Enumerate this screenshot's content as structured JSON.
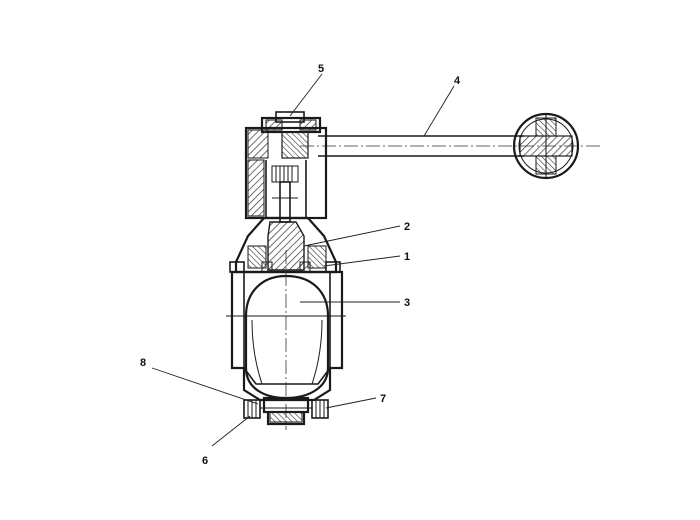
{
  "diagram": {
    "callouts": [
      {
        "id": "5",
        "label": "5"
      },
      {
        "id": "4",
        "label": "4"
      },
      {
        "id": "2",
        "label": "2"
      },
      {
        "id": "1",
        "label": "1"
      },
      {
        "id": "3",
        "label": "3"
      },
      {
        "id": "8",
        "label": "8"
      },
      {
        "id": "7",
        "label": "7"
      },
      {
        "id": "6",
        "label": "6"
      }
    ]
  },
  "colors": {
    "line": "#1a1a1a",
    "hatch": "#333333",
    "background": "#ffffff"
  }
}
